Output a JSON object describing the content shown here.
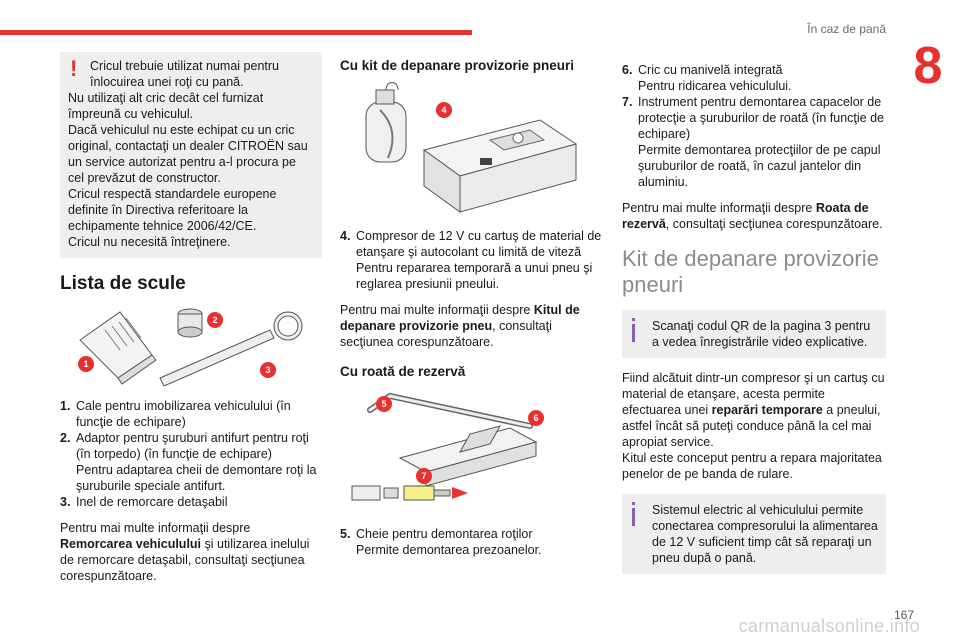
{
  "header": {
    "section": "În caz de pană",
    "chapter": "8",
    "page": "167"
  },
  "watermark": "carmanualsonline.info",
  "col1": {
    "warning": {
      "icon": "!",
      "first": "Cricul trebuie utilizat numai pentru înlocuirea unei roţi cu pană.",
      "lines": [
        "Nu utilizaţi alt cric decât cel furnizat împreună cu vehiculul.",
        "Dacă vehiculul nu este echipat cu un cric original, contactaţi un dealer CITROËN sau un service autorizat pentru a-l procura pe cel prevăzut de constructor.",
        "Cricul respectă standardele europene definite în Directiva referitoare la echipamente tehnice 2006/42/CE.",
        "Cricul nu necesită întreţinere."
      ]
    },
    "title": "Lista de scule",
    "callouts": [
      "1",
      "2",
      "3"
    ],
    "items": [
      {
        "n": "1.",
        "text": "Cale pentru imobilizarea vehiculului (în funcţie de echipare)"
      },
      {
        "n": "2.",
        "text": "Adaptor pentru şuruburi antifurt pentru roţi (în torpedo) (în funcţie de echipare)",
        "extra": "Pentru adaptarea cheii de demontare roţi la şuruburile speciale antifurt."
      },
      {
        "n": "3.",
        "text": "Inel de remorcare detaşabil"
      }
    ],
    "para": {
      "pre": "Pentru mai multe informaţii despre ",
      "bold": "Remorcarea vehiculului",
      "post": " şi utilizarea inelului de remorcare detaşabil, consultaţi secţiunea corespunzătoare."
    }
  },
  "col2": {
    "h1": "Cu kit de depanare provizorie pneuri",
    "callout4": "4",
    "item4": {
      "n": "4.",
      "text": "Compresor de 12 V cu cartuş de material de etanşare şi autocolant cu limită de viteză",
      "extra": "Pentru repararea temporară a unui pneu şi reglarea presiunii pneului."
    },
    "para": {
      "pre": "Pentru mai multe informaţii despre ",
      "bold": "Kitul de depanare provizorie pneu",
      "post": ", consultaţi secţiunea corespunzătoare."
    },
    "h2": "Cu roată de rezervă",
    "callouts": [
      "5",
      "6",
      "7"
    ],
    "item5": {
      "n": "5.",
      "text": "Cheie pentru demontarea roţilor",
      "extra": "Permite demontarea prezoanelor."
    }
  },
  "col3": {
    "items": [
      {
        "n": "6.",
        "text": "Cric cu manivelă integrată",
        "extra": "Pentru ridicarea vehiculului."
      },
      {
        "n": "7.",
        "text": "Instrument pentru demontarea capacelor de protecţie a şuruburilor de roată (în funcţie de echipare)",
        "extra": "Permite demontarea protecţiilor de pe capul şuruburilor de roată, în cazul jantelor din aluminiu."
      }
    ],
    "para1": {
      "pre": "Pentru mai multe informaţii despre ",
      "bold": "Roata de rezervă",
      "post": ", consultaţi secţiunea corespunzătoare."
    },
    "title": "Kit de depanare provizorie pneuri",
    "info1": "Scanaţi codul QR de la pagina 3 pentru a vedea înregistrările video explicative.",
    "para2": {
      "pre": "Fiind alcătuit dintr-un compresor şi un cartuş cu material de etanşare, acesta permite efectuarea unei ",
      "bold": "reparări temporare",
      "post": " a pneului, astfel încât să puteţi conduce până la cel mai apropiat service."
    },
    "para3": "Kitul este conceput pentru a repara majoritatea penelor de pe banda de rulare.",
    "info2": "Sistemul electric al vehiculului permite conectarea compresorului la alimentarea de 12 V suficient timp cât să reparaţi un pneu după o pană."
  },
  "colors": {
    "accent": "#e8302f",
    "info": "#8a5db5",
    "box": "#eeeeee"
  }
}
